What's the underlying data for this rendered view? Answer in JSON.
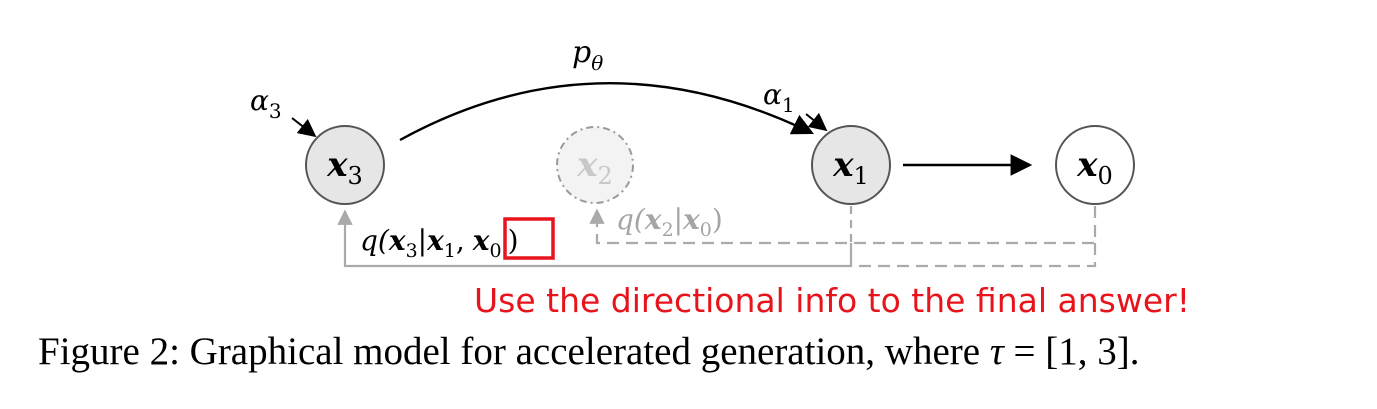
{
  "nodes": {
    "x3": {
      "symbol": "x",
      "subscript": "3"
    },
    "x2": {
      "symbol": "x",
      "subscript": "2"
    },
    "x1": {
      "symbol": "x",
      "subscript": "1"
    },
    "x0": {
      "symbol": "x",
      "subscript": "0"
    }
  },
  "labels": {
    "p_theta": {
      "base": "p",
      "sub": "θ"
    },
    "alpha3": {
      "base": "α",
      "sub": "3"
    },
    "alpha1": {
      "base": "α",
      "sub": "1"
    },
    "q_x3": {
      "prefix": "q(",
      "a": "x",
      "a_sub": "3",
      "bar": "|",
      "b": "x",
      "b_sub": "1",
      "comma": ",",
      "c": "x",
      "c_sub": "0",
      "close": ")"
    },
    "q_x2": {
      "prefix": "q(",
      "a": "x",
      "a_sub": "2",
      "bar": "|",
      "b": "x",
      "b_sub": "0",
      "close": ")"
    }
  },
  "annotation": {
    "text": "Use the directional info to the final answer!",
    "color": "#e8141b"
  },
  "caption": {
    "text_prefix": "Figure 2: Graphical model for accelerated generation, where ",
    "tau": "τ",
    "equals": " = [1, 3]."
  },
  "colors": {
    "node_fill": "#e6e6e6",
    "node_stroke": "#555555",
    "faded": "#bdbdbd",
    "dashed": "#aaaaaa",
    "highlight_box": "#e8141b"
  }
}
